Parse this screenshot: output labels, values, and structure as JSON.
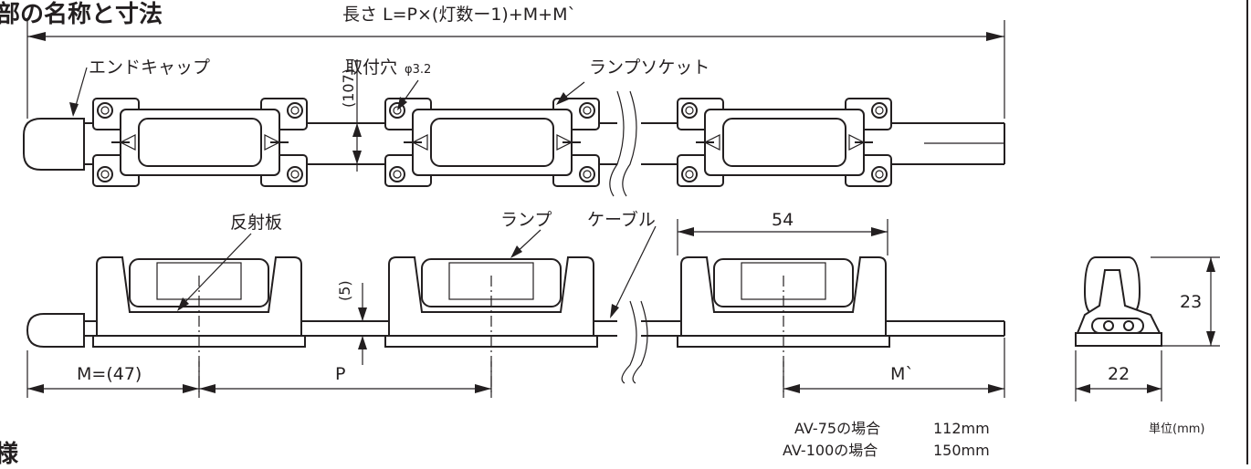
{
  "headings": {
    "names_dims": "部の名称と寸法",
    "spec": "様"
  },
  "dimensions": {
    "total_length": "長さ L=P×(灯数ー1)+M+M`",
    "height_107": "(107)",
    "gap_5": "(5)",
    "pitch_54": "54",
    "m_left": "M=(47)",
    "p_label": "P",
    "m_right": "M`",
    "height_23": "23",
    "width_22": "22",
    "unit": "単位(mm)"
  },
  "callouts": {
    "end_cap": "エンドキャップ",
    "mount_hole": "取付穴",
    "mount_hole_dia": "φ3.2",
    "lamp_socket": "ランプソケット",
    "reflector": "反射板",
    "lamp": "ランプ",
    "cable": "ケーブル"
  },
  "notes": {
    "av75_model": "AV-75の場合",
    "av75_value": "112mm",
    "av100_model": "AV-100の場合",
    "av100_value": "150mm"
  }
}
